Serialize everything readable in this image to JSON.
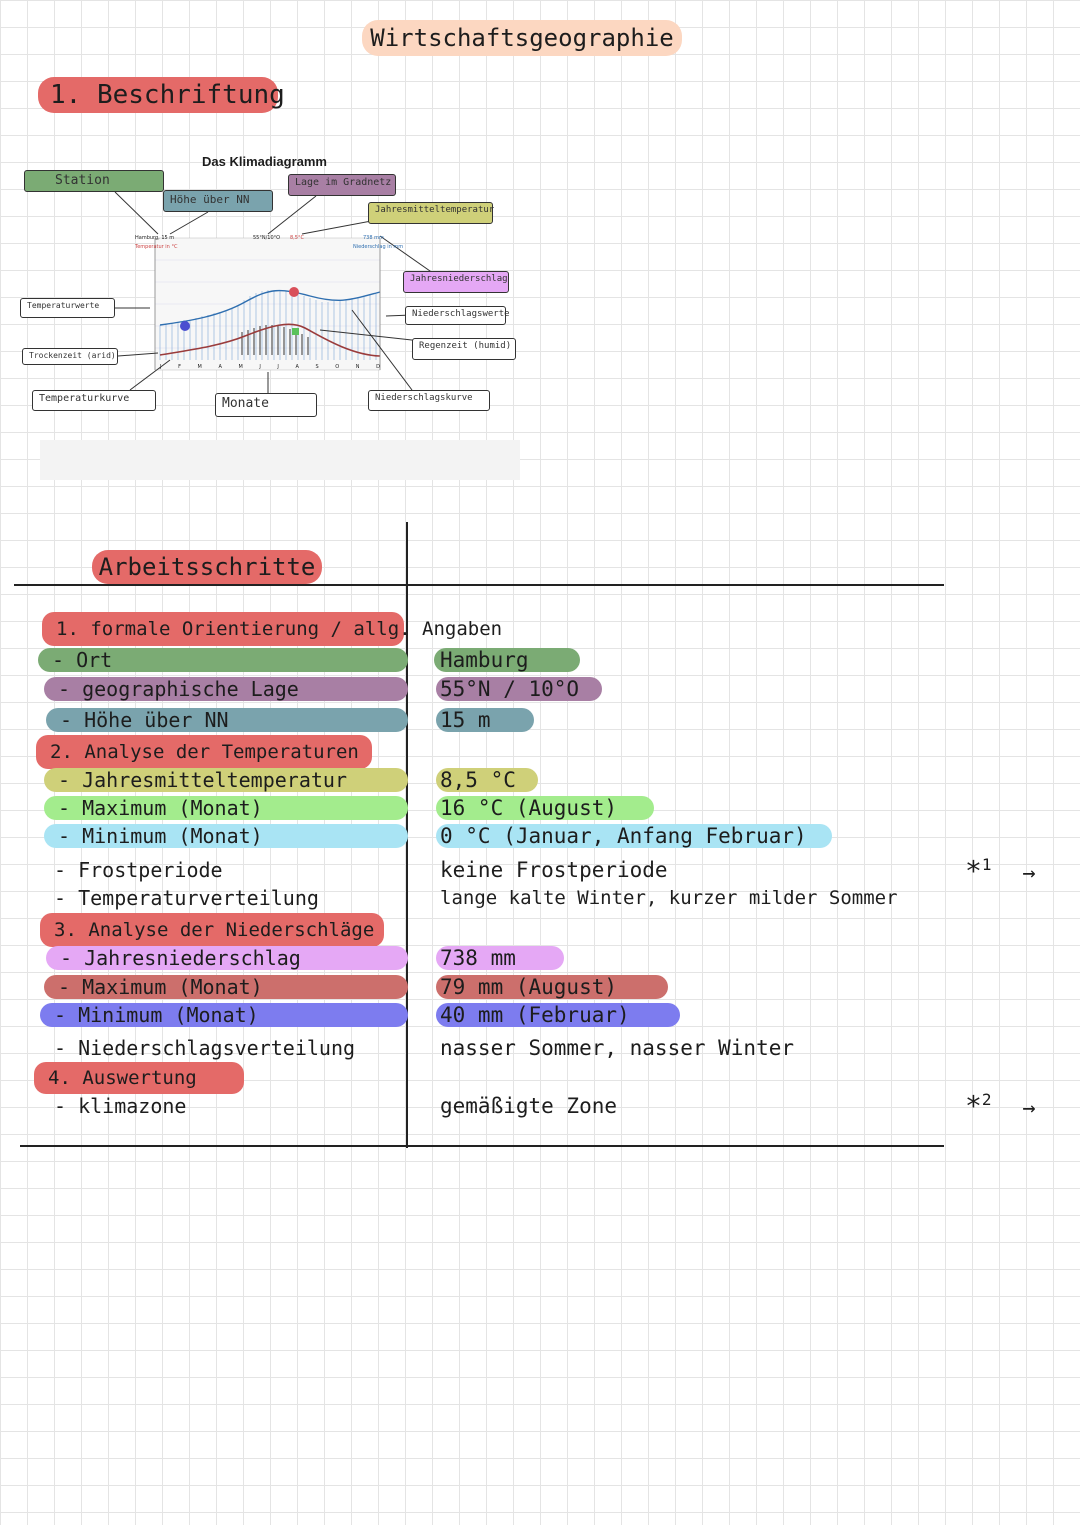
{
  "header": {
    "title": "Wirtschaftsgeographie"
  },
  "section1": {
    "title": "1. Beschriftung",
    "diagram": {
      "heading": "Das Klimadiagramm",
      "station_text": "Hamburg, 15 m",
      "temp_axis_text": "Temperatur in °C",
      "coords_text": "55°N/10°O",
      "mean_temp_text": "8,5°C",
      "precip_total_text": "738 mm",
      "precip_axis_text": "Niederschlag in mm",
      "months": [
        "J",
        "F",
        "M",
        "A",
        "M",
        "J",
        "J",
        "A",
        "S",
        "O",
        "N",
        "D"
      ],
      "labels": {
        "station": "Station",
        "hoehe": "Höhe über NN",
        "lage": "Lage im Gradnetz",
        "jahresmittel": "Jahresmitteltemperatur",
        "jahresniederschlag": "Jahresniederschlag",
        "niederschlagswerte": "Niederschlagswerte",
        "regenzeit": "Regenzeit (humid)",
        "temperaturwerte": "Temperaturwerte",
        "trockenzeit": "Trockenzeit (arid)",
        "temperaturkurve": "Temperaturkurve",
        "monate": "Monate",
        "niederschlagskurve": "Niederschlagskurve"
      }
    }
  },
  "section2": {
    "title": "Arbeitsschritte",
    "rows": [
      {
        "left": "1. formale Orientierung / allg. Angaben",
        "right": "",
        "lc": "#e46a68",
        "rc": ""
      },
      {
        "left": "- Ort",
        "right": "Hamburg",
        "lc": "#7bab74",
        "rc": "#7bab74"
      },
      {
        "left": "- geographische Lage",
        "right": "55°N / 10°O",
        "lc": "#a87fa4",
        "rc": "#a87fa4"
      },
      {
        "left": "- Höhe über NN",
        "right": "15 m",
        "lc": "#7aa3ad",
        "rc": "#7aa3ad"
      },
      {
        "left": "2. Analyse der Temperaturen",
        "right": "",
        "lc": "#e46a68",
        "rc": ""
      },
      {
        "left": "- Jahresmitteltemperatur",
        "right": "8,5 °C",
        "lc": "#cfd079",
        "rc": "#cfd079"
      },
      {
        "left": "- Maximum (Monat)",
        "right": "16 °C (August)",
        "lc": "#a3ec8d",
        "rc": "#a3ec8d"
      },
      {
        "left": "- Minimum (Monat)",
        "right": "0 °C (Januar, Anfang Februar)",
        "lc": "#a9e4f4",
        "rc": "#a9e4f4"
      },
      {
        "left": "- Frostperiode",
        "right": "keine Frostperiode",
        "lc": "",
        "rc": ""
      },
      {
        "left": "- Temperaturverteilung",
        "right": "lange kalte Winter, kurzer milder Sommer",
        "lc": "",
        "rc": ""
      },
      {
        "left": "3. Analyse der Niederschläge",
        "right": "",
        "lc": "#e46a68",
        "rc": ""
      },
      {
        "left": "- Jahresniederschlag",
        "right": "738 mm",
        "lc": "#e5a8f5",
        "rc": "#e5a8f5"
      },
      {
        "left": "- Maximum (Monat)",
        "right": "79 mm (August)",
        "lc": "#cc6f6c",
        "rc": "#cc6f6c"
      },
      {
        "left": "- Minimum (Monat)",
        "right": "40 mm (Februar)",
        "lc": "#7d7cef",
        "rc": "#7d7cef"
      },
      {
        "left": "- Niederschlagsverteilung",
        "right": "nasser Sommer, nasser Winter",
        "lc": "",
        "rc": ""
      },
      {
        "left": "4. Auswertung",
        "right": "",
        "lc": "#e46a68",
        "rc": ""
      },
      {
        "left": "- klimazone",
        "right": "gemäßigte Zone",
        "lc": "",
        "rc": ""
      }
    ],
    "notes": [
      {
        "mark": "*",
        "sup": "1",
        "arrow": "→"
      },
      {
        "mark": "*",
        "sup": "2",
        "arrow": "→"
      }
    ]
  },
  "colors": {
    "title_pill": "#fcd7c1",
    "section_pill": "#e46a68",
    "temp_line": "#9a3b3b",
    "precip_line": "#2f6fb0"
  }
}
